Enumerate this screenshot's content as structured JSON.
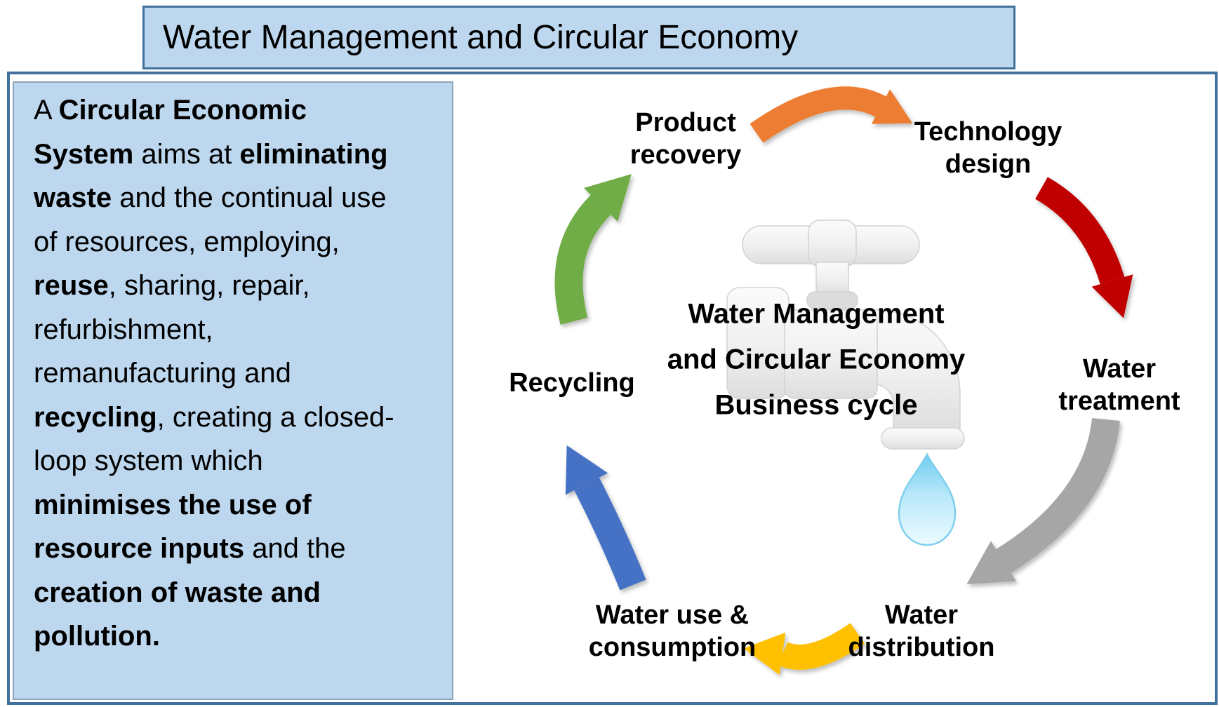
{
  "title": "Water Management and Circular Economy",
  "colors": {
    "panel_fill": "#BDD7EE",
    "panel_border": "#41719C",
    "arrow_orange": "#ED7D31",
    "arrow_red": "#C00000",
    "arrow_gray": "#A6A6A6",
    "arrow_yellow": "#FFC000",
    "arrow_blue": "#4472C4",
    "arrow_green": "#70AD47"
  },
  "left_panel": {
    "lines": [
      [
        {
          "t": "A ",
          "b": 0
        },
        {
          "t": "Circular Economic",
          "b": 1
        }
      ],
      [
        {
          "t": "System",
          "b": 1
        },
        {
          "t": " aims at ",
          "b": 0
        },
        {
          "t": "eliminating",
          "b": 1
        }
      ],
      [
        {
          "t": "waste",
          "b": 1
        },
        {
          "t": " and the continual use",
          "b": 0
        }
      ],
      [
        {
          "t": "of resources, employing,",
          "b": 0
        }
      ],
      [
        {
          "t": "reuse",
          "b": 1
        },
        {
          "t": ", sharing, repair,",
          "b": 0
        }
      ],
      [
        {
          "t": "refurbishment,",
          "b": 0
        }
      ],
      [
        {
          "t": "remanufacturing and",
          "b": 0
        }
      ],
      [
        {
          "t": "recycling",
          "b": 1
        },
        {
          "t": ", creating a closed-",
          "b": 0
        }
      ],
      [
        {
          "t": "loop system which",
          "b": 0
        }
      ],
      [
        {
          "t": "minimises the use of",
          "b": 1
        }
      ],
      [
        {
          "t": "resource inputs",
          "b": 1
        },
        {
          "t": " and the",
          "b": 0
        }
      ],
      [
        {
          "t": "creation of waste and",
          "b": 1
        }
      ],
      [
        {
          "t": "pollution.",
          "b": 1
        }
      ]
    ]
  },
  "cycle": {
    "center_label": "Water Management\nand Circular Economy\nBusiness cycle",
    "center_icon": "faucet-with-water-drop",
    "steps": [
      {
        "id": "product-recovery",
        "label": "Product\nrecovery"
      },
      {
        "id": "technology-design",
        "label": "Technology\ndesign"
      },
      {
        "id": "water-treatment",
        "label": "Water\ntreatment"
      },
      {
        "id": "water-distribution",
        "label": "Water\ndistribution"
      },
      {
        "id": "water-use-consumption",
        "label": "Water use &\nconsumption"
      },
      {
        "id": "recycling",
        "label": "Recycling"
      }
    ],
    "arrows": [
      {
        "from": "product-recovery",
        "to": "technology-design",
        "color": "#ED7D31"
      },
      {
        "from": "technology-design",
        "to": "water-treatment",
        "color": "#C00000"
      },
      {
        "from": "water-treatment",
        "to": "water-distribution",
        "color": "#A6A6A6"
      },
      {
        "from": "water-distribution",
        "to": "water-use-consumption",
        "color": "#FFC000"
      },
      {
        "from": "water-use-consumption",
        "to": "recycling",
        "color": "#4472C4"
      },
      {
        "from": "recycling",
        "to": "product-recovery",
        "color": "#70AD47"
      }
    ]
  }
}
